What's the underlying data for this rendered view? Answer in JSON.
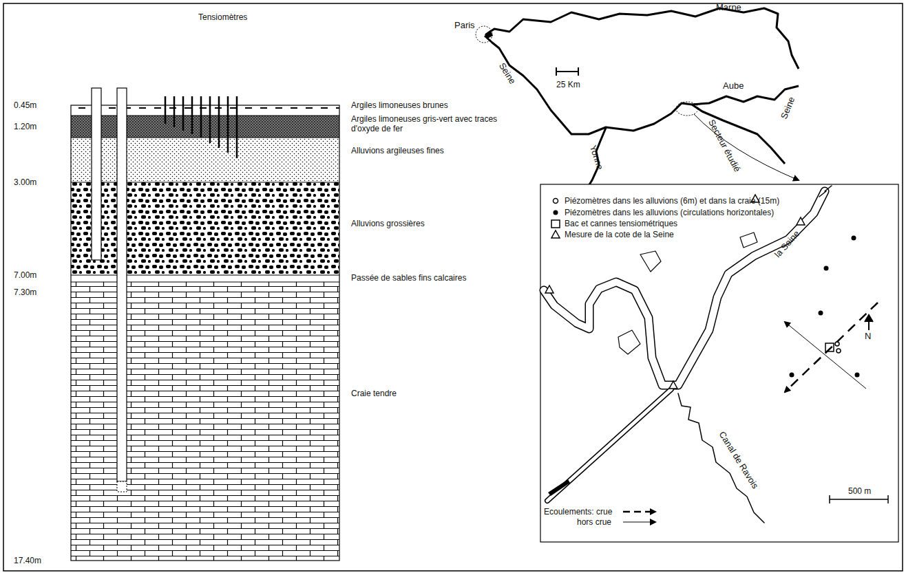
{
  "diagram": {
    "labels": [
      "Tensiomètres",
      "0.45m",
      "1.20m",
      "3.00m",
      "7.00m",
      "7.30m",
      "17.40m",
      "Argiles limoneuses brunes",
      "Argiles limoneuses gris-vert avec traces d'oxyde de fer",
      "Alluvions argileuses fines",
      "Alluvions grossières",
      "Passée de sables fins calcaires",
      "Craie tendre",
      "Marne",
      "Paris",
      "Seine",
      "Aube",
      "Seine",
      "Yonne",
      "Secteur étudié",
      "25 Km",
      "la Seine",
      "Canal de Ravois",
      "N",
      "500 m"
    ],
    "legend": [
      {
        "text": "Piézomètres dans les alluvions (6m) et dans la craie (15m)"
      },
      {
        "text": "Piézomètres dans les alluvions (circulations horizontales)"
      },
      {
        "text": "Bac et cannes tensiométriques"
      },
      {
        "text": "Mesure de la cote de la Seine"
      },
      {
        "text": "Ecoulements: crue"
      },
      {
        "text": "hors crue"
      }
    ]
  }
}
